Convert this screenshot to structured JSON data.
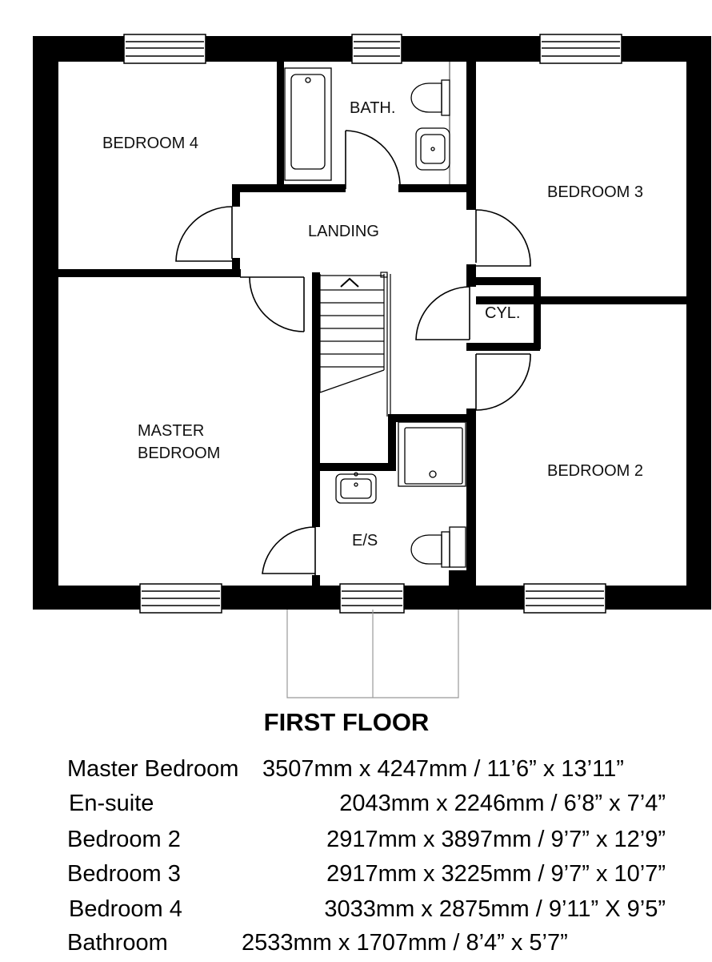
{
  "plan": {
    "rooms": {
      "bedroom4": "BEDROOM 4",
      "bath": "BATH.",
      "bedroom3": "BEDROOM 3",
      "landing": "LANDING",
      "cyl": "CYL.",
      "master_line1": "MASTER",
      "master_line2": "BEDROOM",
      "bedroom2": "BEDROOM 2",
      "ensuite": "E/S"
    }
  },
  "floor_title": "FIRST FLOOR",
  "dimensions": [
    {
      "name": "Master Bedroom",
      "value": "3507mm x 4247mm / 11’6” x 13’11”"
    },
    {
      "name": "En-suite",
      "value": "2043mm x 2246mm / 6’8” x 7’4”"
    },
    {
      "name": "Bedroom 2",
      "value": "2917mm x 3897mm / 9’7” x 12’9”"
    },
    {
      "name": "Bedroom 3",
      "value": "2917mm x 3225mm / 9’7” x 10’7”"
    },
    {
      "name": "Bedroom 4",
      "value": "3033mm x 2875mm / 9’11” X 9’5”"
    },
    {
      "name": "Bathroom",
      "value": "2533mm x 1707mm / 8’4” x 5’7”"
    }
  ]
}
